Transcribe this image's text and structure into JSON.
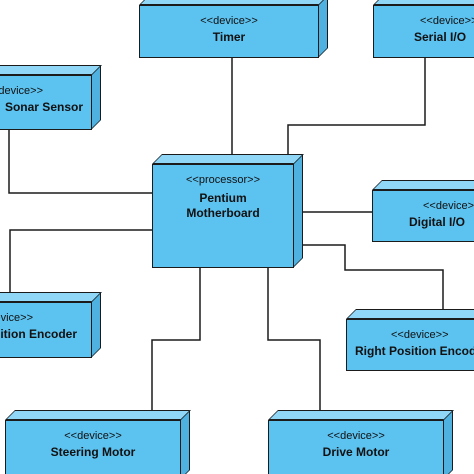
{
  "nodes": {
    "timer": {
      "stereotype": "<<device>>",
      "name": "Timer"
    },
    "serial_io": {
      "stereotype": "<<device>>",
      "name": "Serial I/O"
    },
    "sonar_sensor": {
      "stereotype": "<<device>>",
      "name": "Sonar Sensor"
    },
    "processor": {
      "stereotype": "<<processor>>",
      "name_line1": "Pentium",
      "name_line2": "Motherboard"
    },
    "digital_io": {
      "stereotype": "<<device>>",
      "name": "Digital I/O"
    },
    "left_position_encoder": {
      "stereotype": "<<device>>",
      "name": "Position Encoder"
    },
    "right_position_encoder": {
      "stereotype": "<<device>>",
      "name": "Right Position Encoder"
    },
    "steering_motor": {
      "stereotype": "<<device>>",
      "name": "Steering Motor"
    },
    "drive_motor": {
      "stereotype": "<<device>>",
      "name": "Drive Motor"
    }
  },
  "colors": {
    "node_front": "#5cc2f0",
    "node_top": "#8fd6f7",
    "node_side": "#4fb1e0",
    "outline": "#1b1b1b",
    "connector": "#1b1b1b"
  }
}
